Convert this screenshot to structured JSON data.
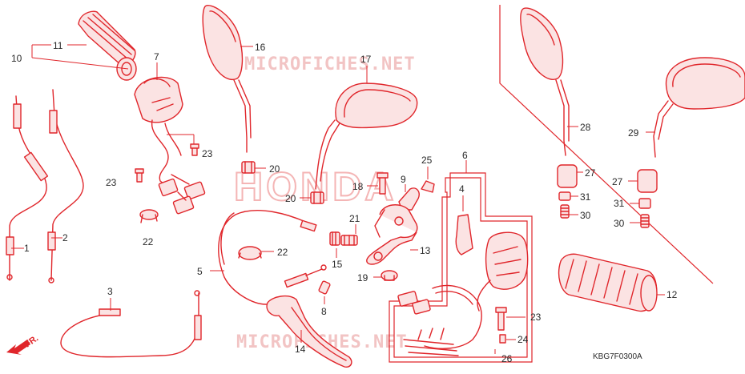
{
  "diagram_code": "KBG7F0300A",
  "watermark_top": "MICROFICHES.NET",
  "watermark_bottom": "MICROFICHES.NET",
  "brand_watermark": "HONDA",
  "direction_label": "FR.",
  "colors": {
    "part_line": "#e0262b",
    "text": "#2a2a2a",
    "watermark": "#f2c4c4"
  },
  "callouts": [
    "10",
    "11",
    "7",
    "23",
    "23",
    "22",
    "1",
    "2",
    "3",
    "16",
    "20",
    "20",
    "17",
    "18",
    "9",
    "25",
    "21",
    "15",
    "22",
    "13",
    "19",
    "5",
    "8",
    "14",
    "6",
    "4",
    "26",
    "23",
    "24",
    "28",
    "27",
    "31",
    "30",
    "29",
    "27",
    "31",
    "30",
    "12"
  ]
}
